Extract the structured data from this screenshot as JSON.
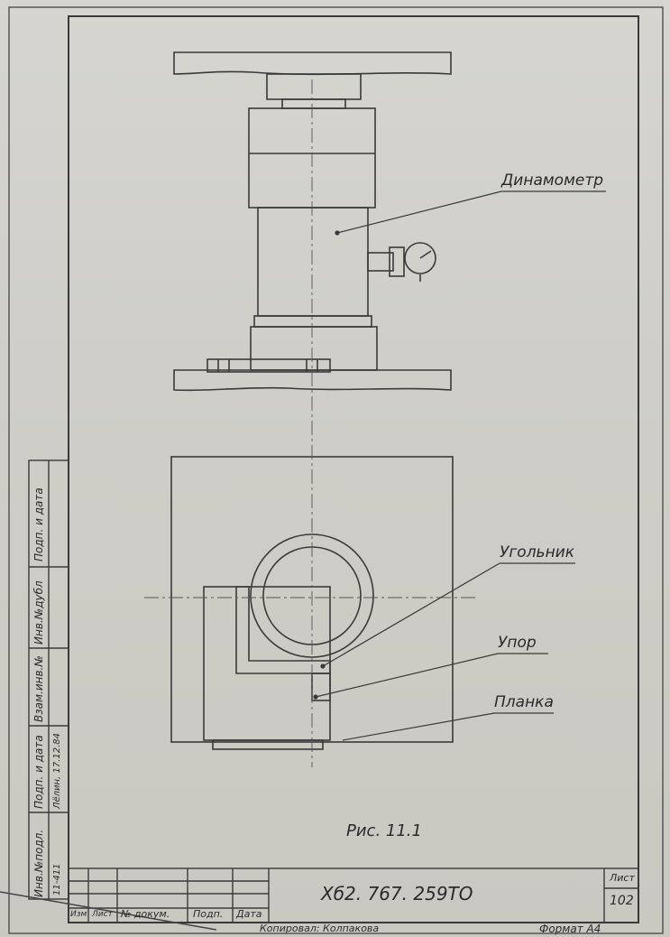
{
  "labels": {
    "dynamometer": "Динамометр",
    "angle_bracket": "Угольник",
    "stop": "Упор",
    "plate": "Планка",
    "figure": "Рис. 11.1"
  },
  "side_stamp": {
    "podp_i_data_1": "Подп. и дата",
    "inv_dubl": "Инв.№дубл",
    "vzam_inv": "Взам.инв.№",
    "podp_i_data_2": "Подп. и дата",
    "inv_podl": "Инв.№подл.",
    "handwritten_1": "Лёлин, 17.12.84",
    "handwritten_2": "11-411"
  },
  "title_block": {
    "doc_number": "Хб2. 767. 259ТО",
    "sheet_label": "Лист",
    "sheet_number": "102",
    "col_izm": "Изм",
    "col_list": "Лист",
    "col_doc": "№ докум.",
    "col_podp": "Подп.",
    "col_data": "Дата"
  },
  "footer": {
    "copied_by": "Копировал: Колпакова",
    "format": "Формат А4"
  }
}
